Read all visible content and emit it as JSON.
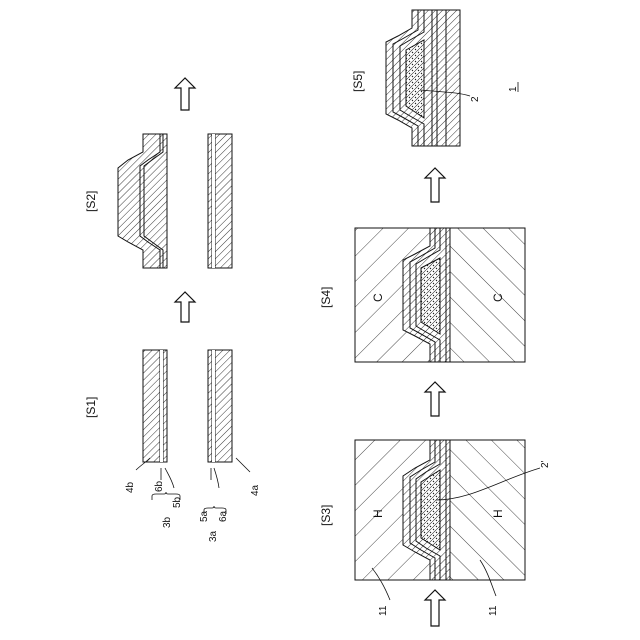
{
  "steps": {
    "s1": "[S1]",
    "s2": "[S2]",
    "s3": "[S3]",
    "s4": "[S4]",
    "s5": "[S5]"
  },
  "labels": {
    "l4b": "4b",
    "l6b": "6b",
    "l5b": "5b",
    "l3b": "3b",
    "l5a": "5a",
    "l6a": "6a",
    "l3a": "3a",
    "l4a": "4a",
    "l11a": "11",
    "l11b": "11",
    "lHa": "H",
    "lHb": "H",
    "l2p": "2'",
    "lCa": "C",
    "lCb": "C",
    "l2": "2",
    "l1": "1"
  }
}
